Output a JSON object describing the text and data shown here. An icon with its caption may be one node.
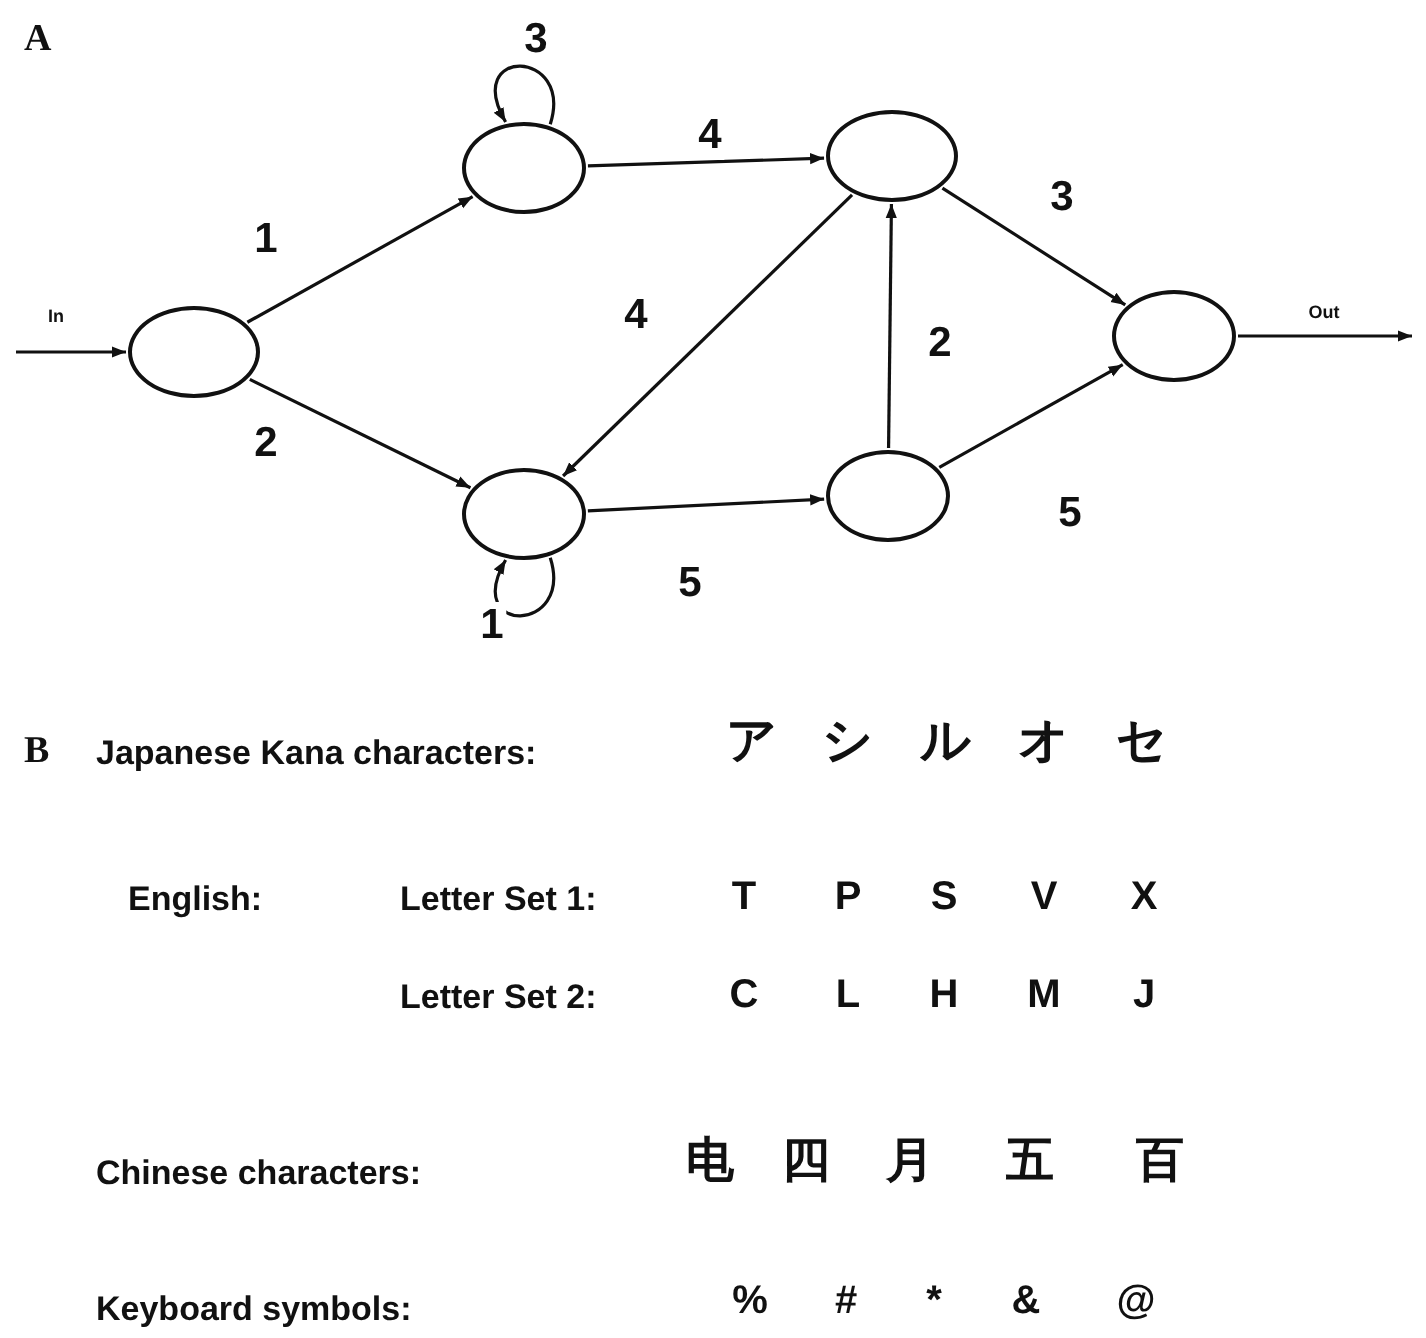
{
  "diagram": {
    "nodes": [
      {
        "text": [],
        "shape": "ellipse"
      },
      {
        "text": [],
        "shape": "ellipse"
      },
      {
        "text": [],
        "shape": "ellipse"
      },
      {
        "text": [],
        "shape": "ellipse"
      },
      {
        "text": [],
        "shape": "ellipse"
      },
      {
        "text": [],
        "shape": "ellipse"
      }
    ],
    "edges": [
      {
        "from": null,
        "to": 0,
        "arrow": "to",
        "label": "In"
      },
      {
        "from": 0,
        "to": 1,
        "arrow": "to",
        "label": "1"
      },
      {
        "from": 0,
        "to": 2,
        "arrow": "to",
        "label": "2"
      },
      {
        "from": 1,
        "to": 1,
        "arrow": "to",
        "label": "3"
      },
      {
        "from": 1,
        "to": 3,
        "arrow": "to",
        "label": "4"
      },
      {
        "from": 2,
        "to": 2,
        "arrow": "to",
        "label": "1"
      },
      {
        "from": 3,
        "to": 2,
        "arrow": "to",
        "label": "4"
      },
      {
        "from": 2,
        "to": 4,
        "arrow": "to",
        "label": "5"
      },
      {
        "from": 4,
        "to": 3,
        "arrow": "to",
        "label": "2"
      },
      {
        "from": 3,
        "to": 5,
        "arrow": "to",
        "label": "3"
      },
      {
        "from": 4,
        "to": 5,
        "arrow": "to",
        "label": "5"
      },
      {
        "from": 5,
        "to": null,
        "arrow": "to",
        "label": "Out"
      }
    ],
    "labels": [
      "A",
      "B",
      "Japanese Kana characters:",
      "ア",
      "シ",
      "ル",
      "オ",
      "セ",
      "English:",
      "Letter Set 1:",
      "T",
      "P",
      "S",
      "V",
      "X",
      "Letter Set 2:",
      "C",
      "L",
      "H",
      "M",
      "J",
      "Chinese characters:",
      "电",
      "四",
      "月",
      "五",
      "百",
      "Keyboard symbols:",
      "%",
      "#",
      "*",
      "&",
      "@"
    ]
  }
}
